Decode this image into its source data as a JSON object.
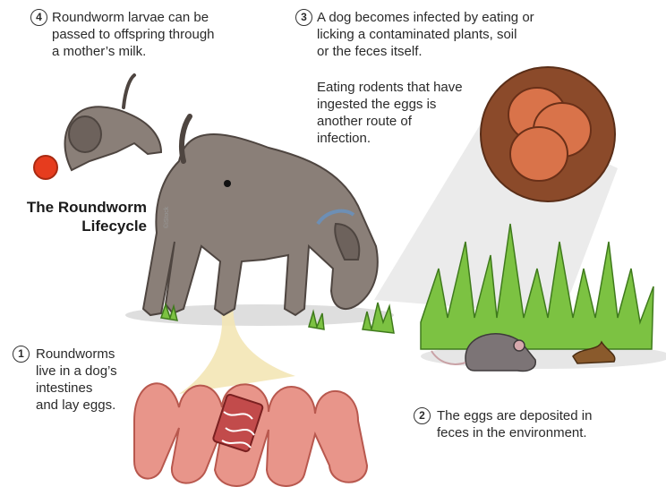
{
  "title": {
    "line1": "The Roundworm",
    "line2": "Lifecycle"
  },
  "steps": [
    {
      "number": "4",
      "lines": [
        "Roundworm larvae can be",
        "passed to offspring through",
        "a mother’s milk."
      ]
    },
    {
      "number": "3",
      "lines": [
        "A dog becomes infected by eating or",
        "licking a contaminated plants, soil",
        "or the feces itself."
      ]
    },
    {
      "number": "1",
      "lines": [
        "Roundworms",
        "live in a dog’s",
        "intestines",
        "and lay eggs."
      ]
    },
    {
      "number": "2",
      "lines": [
        "The eggs are deposited in",
        "feces in the environment."
      ]
    }
  ],
  "note": {
    "lines": [
      "Eating rodents that have",
      "ingested the eggs is",
      "another route of",
      "infection."
    ]
  },
  "colors": {
    "dog": "#8a7f78",
    "grass": "#7cc242",
    "intestine": "#e8958a",
    "egg_bg": "#8b4a2a",
    "egg": "#d9734a",
    "trail": "#f3e5b5"
  }
}
